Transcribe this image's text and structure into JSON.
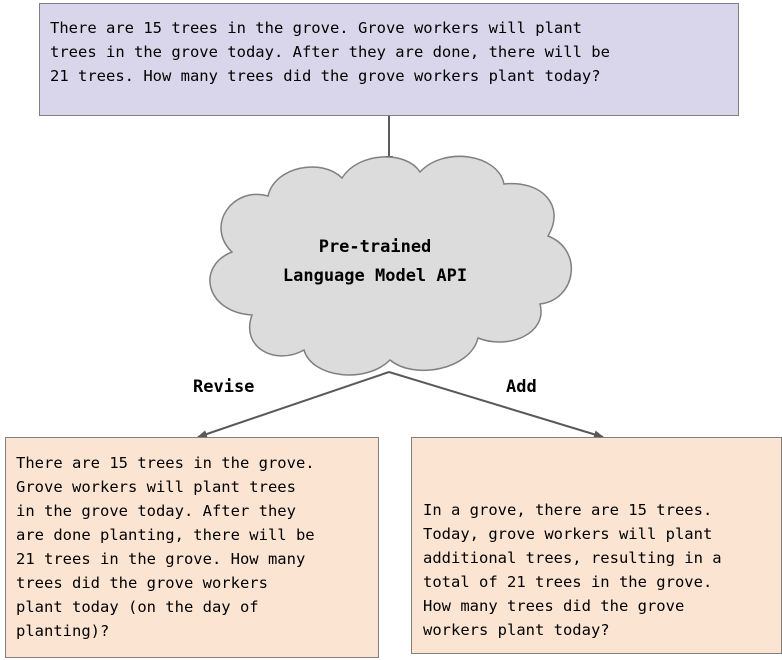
{
  "question": {
    "lines": [
      "There are 15 trees in the grove. Grove workers will plant",
      "trees in the grove today. After they are done, there will be",
      "21 trees. How many trees did the grove workers plant today?"
    ]
  },
  "model": {
    "lines": [
      "Pre-trained",
      "Language Model API"
    ]
  },
  "edges": {
    "revise_label": "Revise",
    "add_label": "Add"
  },
  "revise_output": {
    "lines": [
      "There are 15 trees in the grove.",
      "Grove workers will plant trees",
      "in the grove today. After they",
      "are done planting, there will be",
      "21 trees in the grove. How many",
      "trees did the grove workers",
      "plant today (on the day of",
      "planting)?"
    ]
  },
  "add_output": {
    "lines": [
      "In a grove, there are 15 trees.",
      "Today, grove workers will plant",
      "additional trees, resulting in a",
      "total of 21 trees in the grove.",
      "How many trees did the grove",
      "workers plant today?"
    ]
  },
  "colors": {
    "question_fill": "#d9d5ea",
    "output_fill": "#fbe4d2",
    "cloud_fill": "#dcdcdc",
    "border": "#808080",
    "arrow": "#595959"
  }
}
